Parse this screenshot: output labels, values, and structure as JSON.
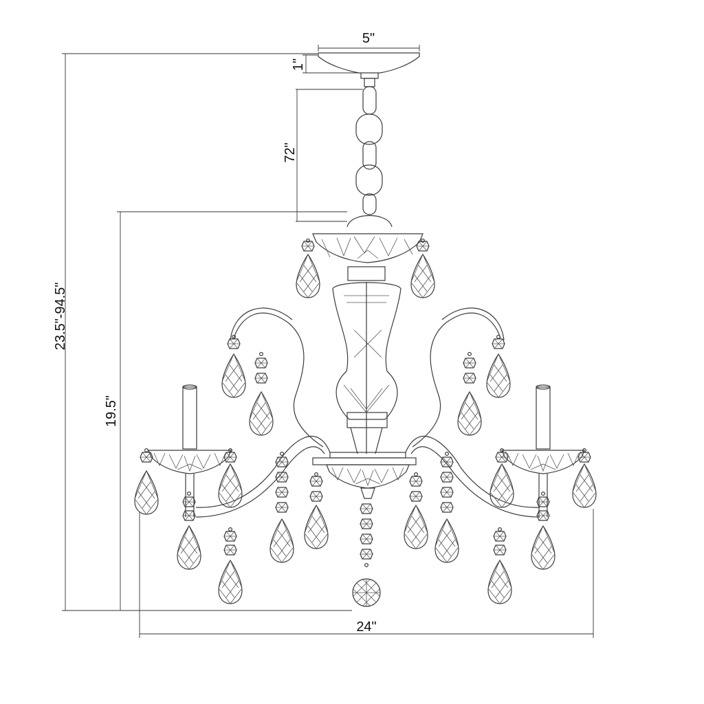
{
  "dimensions": {
    "canopy_width": "5\"",
    "canopy_height": "1\"",
    "chain_length": "72\"",
    "overall_height": "23.5\"-94.5\"",
    "body_height": "19.5\"",
    "overall_width": "24\""
  },
  "colors": {
    "line": "#3a3a3a",
    "background": "#ffffff"
  }
}
